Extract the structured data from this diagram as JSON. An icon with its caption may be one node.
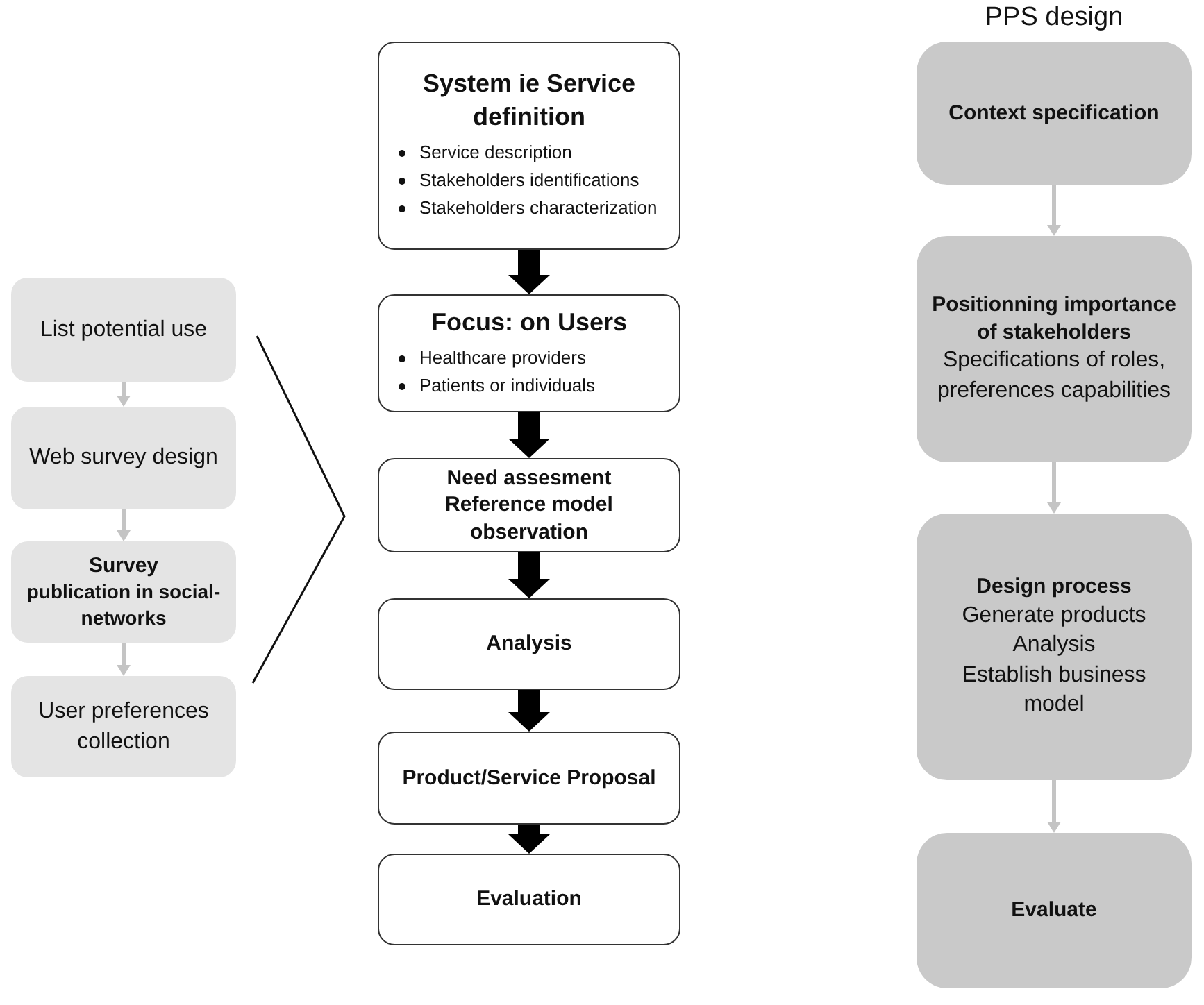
{
  "diagram": {
    "nodes": [
      {
        "text": [
          "List potential use"
        ]
      },
      {
        "text": [
          "Web survey design"
        ]
      },
      {
        "text": [
          "Survey",
          "publication in social-networks"
        ]
      },
      {
        "text": [
          "User preferences collection"
        ]
      },
      {
        "text": [
          "System ie Service definition",
          "Service description",
          "Stakeholders identifications",
          "Stakeholders characterization"
        ]
      },
      {
        "text": [
          "Focus: on Users",
          "Healthcare providers",
          "Patients or individuals"
        ]
      },
      {
        "text": [
          "Need assesment",
          "Reference model observation"
        ]
      },
      {
        "text": [
          "Analysis"
        ]
      },
      {
        "text": [
          "Product/Service Proposal"
        ]
      },
      {
        "text": [
          "Evaluation"
        ]
      },
      {
        "text": [
          "Context specification"
        ]
      },
      {
        "text": [
          "Positionning importance of stakeholders",
          "Specifications of roles, preferences capabilities"
        ]
      },
      {
        "text": [
          "Design process",
          "Generate products",
          "Analysis",
          "Establish business model"
        ]
      },
      {
        "text": [
          "Evaluate"
        ]
      }
    ],
    "edges": [
      {
        "from": 0,
        "to": 1,
        "arrow": "to"
      },
      {
        "from": 1,
        "to": 2,
        "arrow": "to"
      },
      {
        "from": 2,
        "to": 3,
        "arrow": "to"
      },
      {
        "from": 4,
        "to": 5,
        "arrow": "to",
        "style": "thick",
        "color": "#000000"
      },
      {
        "from": 5,
        "to": 6,
        "arrow": "to",
        "style": "thick",
        "color": "#000000"
      },
      {
        "from": 6,
        "to": 7,
        "arrow": "to",
        "style": "thick",
        "color": "#000000"
      },
      {
        "from": 7,
        "to": 8,
        "arrow": "to",
        "style": "thick",
        "color": "#000000"
      },
      {
        "from": 8,
        "to": 9,
        "arrow": "to",
        "style": "thick",
        "color": "#000000"
      },
      {
        "from": 10,
        "to": 11,
        "arrow": "to"
      },
      {
        "from": 11,
        "to": 12,
        "arrow": "to"
      },
      {
        "from": 12,
        "to": 13,
        "arrow": "to"
      }
    ],
    "labels": [
      "PPS design"
    ]
  }
}
